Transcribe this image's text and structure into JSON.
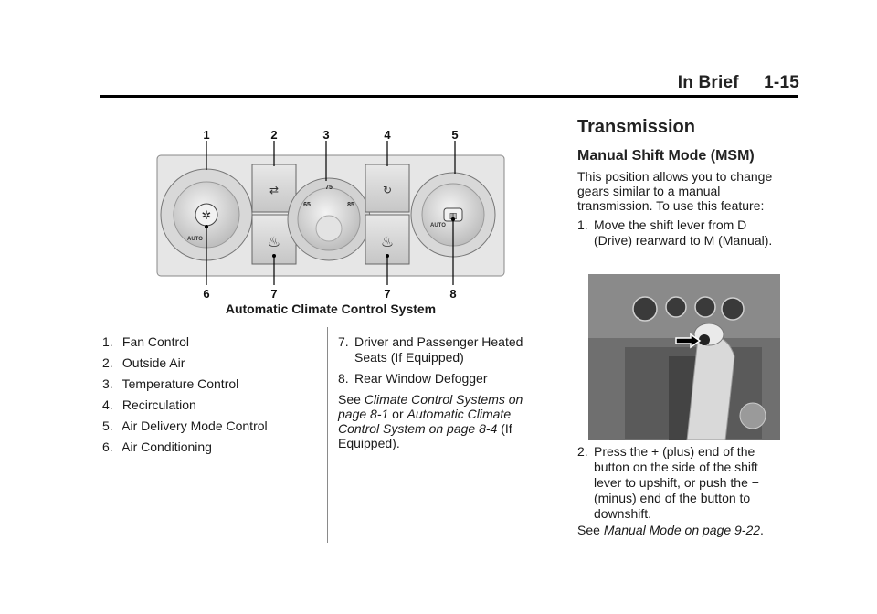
{
  "header": {
    "title": "In Brief     1-15"
  },
  "figure": {
    "caption": "Automatic Climate Control System",
    "callouts_top": [
      "1",
      "2",
      "3",
      "4",
      "5"
    ],
    "callouts_bottom": [
      "6",
      "7",
      "7",
      "8"
    ],
    "temp_scale": {
      "left": "65",
      "center": "75",
      "right": "85"
    },
    "auto_left": "AUTO",
    "auto_right": "AUTO"
  },
  "left_list": {
    "items": [
      {
        "num": "1.",
        "text": "Fan Control"
      },
      {
        "num": "2.",
        "text": "Outside Air"
      },
      {
        "num": "3.",
        "text": "Temperature Control"
      },
      {
        "num": "4.",
        "text": "Recirculation"
      },
      {
        "num": "5.",
        "text": "Air Delivery Mode Control"
      },
      {
        "num": "6.",
        "text": "Air Conditioning"
      }
    ]
  },
  "middle_list": {
    "items": [
      {
        "num": "7.",
        "text": "Driver and Passenger Heated Seats (If Equipped)"
      },
      {
        "num": "8.",
        "text": "Rear Window Defogger"
      }
    ],
    "see": {
      "prefix": "See ",
      "ref1": "Climate Control Systems on page 8-1",
      "mid": " or ",
      "ref2": "Automatic Climate Control System on page 8-4",
      "suffix": " (If Equipped)."
    }
  },
  "right_column": {
    "heading": "Transmission",
    "subheading": "Manual Shift Mode (MSM)",
    "intro": "This position allows you to change gears similar to a manual transmission. To use this feature:",
    "step1": {
      "num": "1.",
      "text": "Move the shift lever from D (Drive) rearward to M (Manual)."
    },
    "step2": {
      "num": "2.",
      "text": "Press the + (plus) end of the button on the side of the shift lever to upshift, or push the − (minus) end of the button to downshift."
    },
    "see": {
      "prefix": "See ",
      "ref": "Manual Mode on page 9-22",
      "suffix": "."
    }
  }
}
